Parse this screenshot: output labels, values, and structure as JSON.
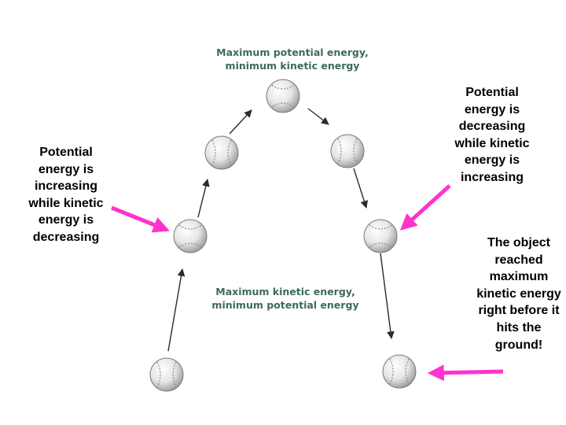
{
  "diagram": {
    "top_label": {
      "line1": "Maximum potential energy,",
      "line2": "minimum kinetic energy"
    },
    "middle_label": {
      "line1": "Maximum kinetic energy,",
      "line2": "minimum potential energy"
    },
    "left_caption": "Potential energy is increasing while kinetic energy is decreasing",
    "right_top_caption": "Potential energy is decreasing while kinetic energy is increasing",
    "right_bottom_caption": "The object reached maximum kinetic energy right before it hits the ground!"
  },
  "colors": {
    "label_green": "#3d6b57",
    "pointer_pink": "#ff33cc",
    "arrow_dark": "#333333",
    "ball_seam": "#888888"
  },
  "icons": {
    "ball": "baseball-icon"
  }
}
